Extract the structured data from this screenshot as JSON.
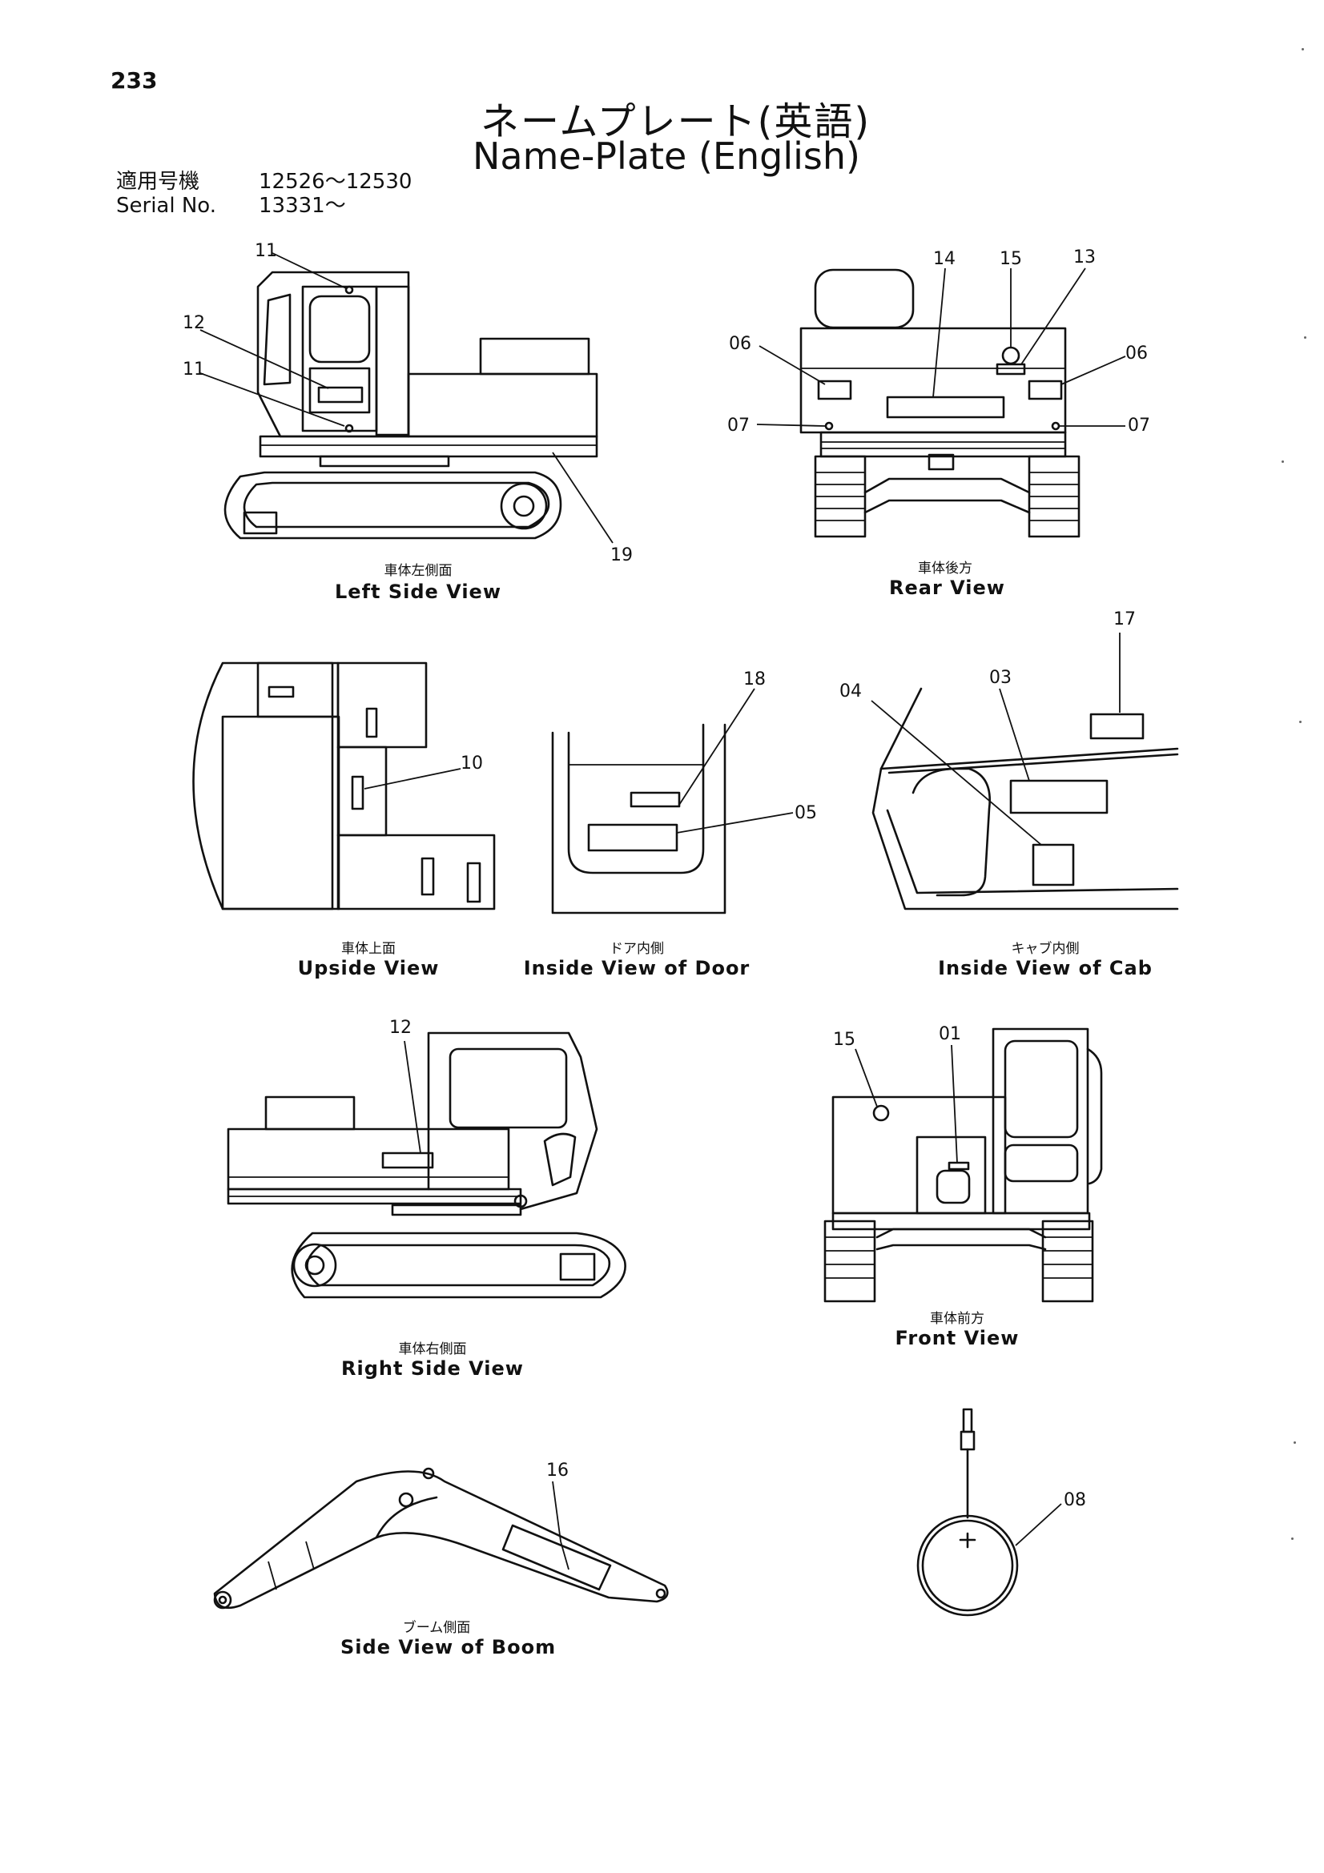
{
  "header": {
    "page_number": "233",
    "title_jp": "ネームプレート(英語)",
    "title_en": "Name-Plate (English)",
    "serial": {
      "label_jp": "適用号機",
      "label_en": "Serial No.",
      "value_1": "12526～12530",
      "value_2": "13331～"
    }
  },
  "views": {
    "left_side": {
      "caption_jp": "車体左側面",
      "caption_en": "Left Side View"
    },
    "rear": {
      "caption_jp": "車体後方",
      "caption_en": "Rear View"
    },
    "upside": {
      "caption_jp": "車体上面",
      "caption_en": "Upside View"
    },
    "door": {
      "caption_jp": "ドア内側",
      "caption_en": "Inside View of Door"
    },
    "cab": {
      "caption_jp": "キャブ内側",
      "caption_en": "Inside View of Cab"
    },
    "right_side": {
      "caption_jp": "車体右側面",
      "caption_en": "Right Side View"
    },
    "front": {
      "caption_jp": "車体前方",
      "caption_en": "Front View"
    },
    "boom": {
      "caption_jp": "ブーム側面",
      "caption_en": "Side View of Boom"
    }
  },
  "callouts": {
    "left_11a": "11",
    "left_12": "12",
    "left_11b": "11",
    "left_19": "19",
    "rear_14": "14",
    "rear_15": "15",
    "rear_13": "13",
    "rear_06a": "06",
    "rear_06b": "06",
    "rear_07a": "07",
    "rear_07b": "07",
    "up_10": "10",
    "door_18": "18",
    "door_05": "05",
    "cab_17": "17",
    "cab_04": "04",
    "cab_03": "03",
    "right_12": "12",
    "front_15": "15",
    "front_01": "01",
    "boom_16": "16",
    "part_08": "08"
  }
}
